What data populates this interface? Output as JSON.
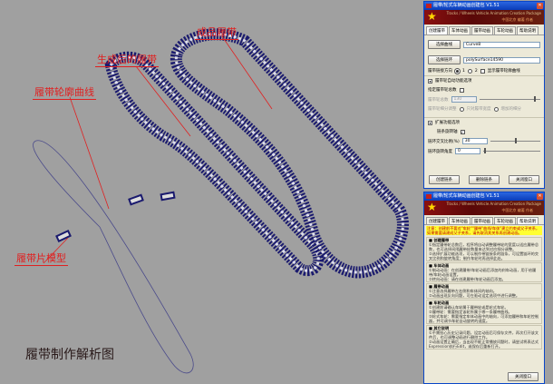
{
  "viewport": {
    "labels": {
      "finished_track": "成品履带",
      "generated_track": "生成后的履带",
      "track_curve": "履带轮廓曲线",
      "track_piece": "履带片模型"
    },
    "caption": "履带制作解析图",
    "colors": {
      "background": "#a0a0a0",
      "wireframe": "#1a1a6e",
      "annotation": "#e02020"
    }
  },
  "main_dialog": {
    "title": "履带/轮式车辆动画创建包 V1.51",
    "banner_text": "Tracks / Wheels Vehicle Animation Creation Package",
    "banner_sub": "中国北京 编著 作者",
    "tabs": [
      "创建履带",
      "车体动画",
      "履带动画",
      "车轮动画",
      "帮助说明"
    ],
    "active_tab": 0,
    "select_curve_button": "选择曲线",
    "curve_value": "Curve8",
    "select_link_button": "选择链环",
    "link_value": "polySurface14590",
    "direction_label": "履带链接方向",
    "direction_options": [
      "1",
      "2"
    ],
    "direction_selected": "1",
    "show_curve_label": "显示履带轮廓曲线",
    "show_curve_checked": false,
    "auto_section": "履带轮自动功能选项",
    "specify_count_label": "指定履带轮总数",
    "specify_count_checked": false,
    "count_label": "履带轮总数",
    "count_value": "130",
    "subdiv_label": "履带轮细分调整",
    "subdiv_options": [
      "只对履带宽度",
      "增加的细分"
    ],
    "ext_section": "扩展功能选项",
    "rotate_axis_label": "链条旋转轴",
    "rotate_axis_checked": true,
    "cross_ratio_label": "链环交叉比例(%)",
    "cross_ratio_value": "30",
    "rotate_angle_label": "链环旋转角度",
    "rotate_angle_value": "0",
    "buttons": {
      "create": "创建链条",
      "delete": "删除链条",
      "close": "关闭窗口"
    }
  },
  "help_dialog": {
    "title": "履带/轮式车辆动画创建包 V1.51",
    "tabs": [
      "创建履带",
      "车体动画",
      "履带动画",
      "车轮动画",
      "帮助说明"
    ],
    "active_tab": 4,
    "note": "注意：创建前不要对\"车轮\"\"履带\"曲线/车体\"建立约束或父子关系，如果需要请建成父子关系，请先取消其关系再创建动画。",
    "sections": [
      {
        "title": "创建履带",
        "lines": [
          "①指定履带轮总数后，程序将自动调整履带轮的宽度以适应履带总数，也可选择间隔履带轮数量来达到对应细分调整。",
          "②选择扩展功能选项，可以制作带链接条的链条，可设置链环的交叉比例和旋转角度；制作车轮时再选择此处。"
        ]
      },
      {
        "title": "车体动画",
        "lines": [
          "①制动动画：在创建履带/车轮动画后添加的刹车动画，用于给履带/车轮动画设置。",
          "②转向动画：请在创建履带/车轮动画后添加。"
        ]
      },
      {
        "title": "履带动画",
        "lines": [
          "①注意选择履带左右侧和车体间的轴向。",
          "②动画出现反向问题，可在驱动设定选项中进行调整。"
        ]
      },
      {
        "title": "车轮动画",
        "lines": [
          "①创建前请确认车轮属于履带轮或是轮式车轮。",
          "②履带轮：需要指定该轮所属于哪一条履带曲线。",
          "③轮式车轮：需要指定车体动画中的轴向，可添加履带和车轮控制器，并可调节车轮自动旋转的速度。"
        ]
      },
      {
        "title": "其它说明",
        "lines": [
          "①不需担心历史记录问题，设定动画后可保存文件，再次打开该文件后，也可调整动画进行删除工作。",
          "②动画设置正确后，当出现不能正常播放问题时，请尝试将表达式Expression执行Edit，或保存后重新打开。"
        ]
      }
    ],
    "close_button": "关闭窗口"
  }
}
